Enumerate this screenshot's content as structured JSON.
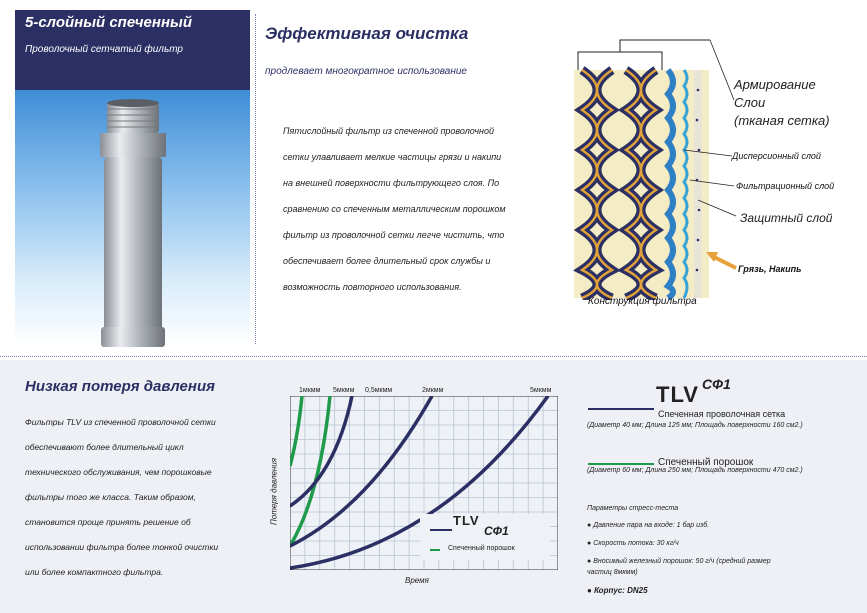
{
  "header": {
    "title": "5-слойный спеченный",
    "subtitle": "Проволочный сетчатый фильтр"
  },
  "intro": {
    "heading": "Эффективная очистка",
    "tagline": "продлевает многократное использование",
    "lines": [
      "Пятислойный фильтр из спеченной проволочной",
      "сетки улавливает мелкие частицы грязи и накипи",
      "на внешней поверхности фильтрующего слоя. По",
      "сравнению со спеченным металлическим порошком",
      "фильтр из проволочной сетки легче чистить, что",
      "обеспечивает более длительный срок службы и",
      "возможность повторного использования."
    ]
  },
  "diagram": {
    "labels": {
      "reinforce": "Армирование",
      "layers": "Слои",
      "woven": "(тканая сетка)",
      "dispersion": "Дисперсионный слой",
      "filtration": "Фильтрационный слой",
      "protective": "Защитный слой",
      "dirt": "Грязь, Накипь",
      "construction": "Конструкция фильтра"
    }
  },
  "pressure": {
    "heading": "Низкая потеря давления",
    "lines": [
      "Фильтры TLV из спеченной проволочной сетки",
      "обеспечивают более длительный цикл",
      "технического обслуживания, чем порошковые",
      "фильтры того же класса. Таким образом,",
      "становится проще принять решение об",
      "использовании фильтра более тонкой очистки",
      "или более компактного фильтра."
    ]
  },
  "chart_data": {
    "type": "line",
    "xlabel": "Время",
    "ylabel": "Потеря давления",
    "top_labels": [
      "1мкмм",
      "5мкмм",
      "0,5мкмм",
      "2мкмм",
      "5мкмм"
    ],
    "inner_brand": "TLV",
    "inner_model": "СФ1",
    "inner_legend": "Спеченный порошок",
    "series": [
      {
        "name": "Спеченная проволочная сетка",
        "color": "#2b2f63"
      },
      {
        "name": "Спеченный порошок",
        "color": "#1f9a4a"
      }
    ]
  },
  "legend": {
    "brand": "TLV",
    "model": "СФ1",
    "wire_title": "Спеченная проволочная сетка",
    "wire_desc": "(Диаметр 40 мм; Длина 125 мм; Площадь поверхности 160 см2.)",
    "powder_title": "Спеченный порошок",
    "powder_desc": "(Диаметр 60 мм; Длина 250 мм; Площадь поверхности 470 см2.)",
    "params_title": "Параметры стресс-теста",
    "params": [
      "Давление пара на входе: 1 бар изб.",
      "Скорость потока: 30 кг/ч",
      "Вносимый железный порошок: 50 г/ч (средний размер частиц 8мкмм)",
      "Корпус: DN25"
    ]
  },
  "colors": {
    "navy": "#2b2f63",
    "green": "#1f9a4a",
    "blue": "#3f8dd6"
  }
}
